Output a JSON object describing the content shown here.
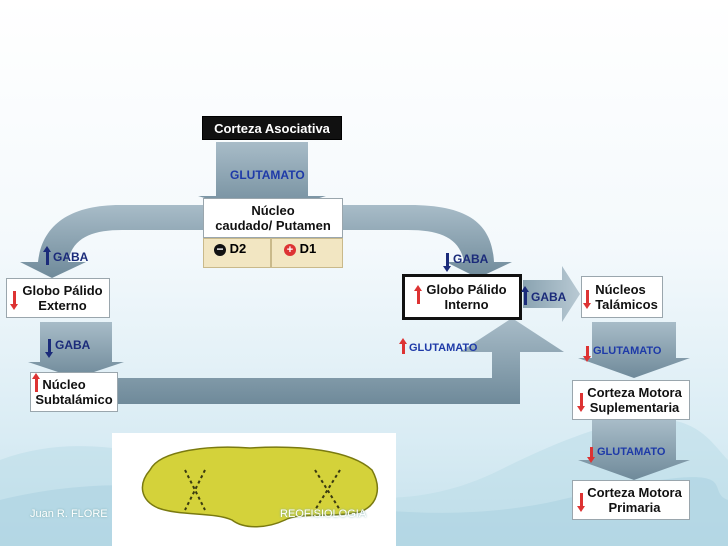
{
  "nodes": {
    "corteza_asociativa": "Corteza Asociativa",
    "glutamato_top": "GLUTAMATO",
    "nucleo_caudado_line1": "Núcleo",
    "nucleo_caudado_line2": "caudado/ Putamen",
    "d2": "D2",
    "d1": "D1",
    "gaba_left": "GABA",
    "gaba_right": "GABA",
    "globo_palido_externo_line1": "Globo Pálido",
    "globo_palido_externo_line2": "Externo",
    "globo_palido_interno_line1": "Globo Pálido",
    "globo_palido_interno_line2": "Interno",
    "gaba_thalamus": "GABA",
    "nucleos_talamicos_line1": "Núcleos",
    "nucleos_talamicos_line2": "Talámicos",
    "gaba_lower_left": "GABA",
    "glutamato_mid": "GLUTAMATO",
    "glutamato_right1": "GLUTAMATO",
    "nucleo_subtalamico_line1": "Núcleo",
    "nucleo_subtalamico_line2": "Subtalámico",
    "corteza_motora_suplementaria_line1": "Corteza Motora",
    "corteza_motora_suplementaria_line2": "Suplementaria",
    "glutamato_right2": "GLUTAMATO",
    "corteza_motora_primaria_line1": "Corteza Motora",
    "corteza_motora_primaria_line2": "Primaria"
  },
  "footer": {
    "left": "Juan R. FLORE",
    "right": "REOFISIOLOGIA"
  },
  "colors": {
    "arrow_fill": "#8aa2b0",
    "accent_red": "#d33333",
    "text_navy": "#1b2b7a",
    "text_blue": "#1e3aa8",
    "cortex_box": "#111111",
    "brain_slice": "#d4d23a"
  }
}
